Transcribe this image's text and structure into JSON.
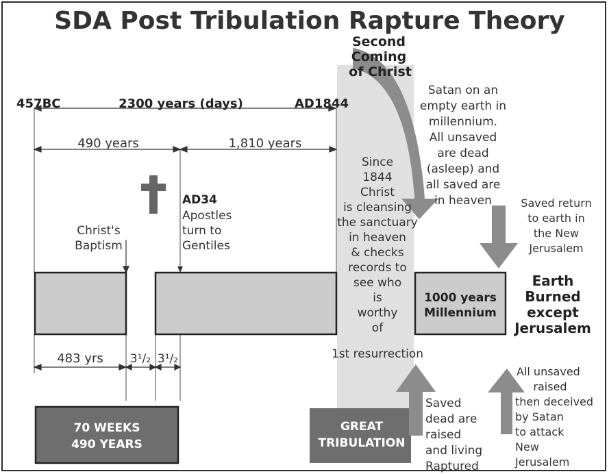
{
  "title": "SDA Post Tribulation Rapture Theory",
  "second_coming": [
    "Second",
    "Coming",
    "of Christ"
  ],
  "timeline_top": {
    "start": "457BC",
    "span": "2300 years (days)",
    "end": "AD1844"
  },
  "periods": {
    "first": "490 years",
    "second": "1,810 years"
  },
  "ad34": {
    "heading": "AD34",
    "lines": [
      "Apostles",
      "turn to",
      "Gentiles"
    ]
  },
  "baptism": [
    "Christ's",
    "Baptism"
  ],
  "sanctuary_text": [
    "Since",
    "1844",
    "Christ",
    "is cleansing",
    "the sanctuary",
    "in heaven",
    "& checks",
    "records to",
    "see who",
    "is",
    "worthy",
    "of",
    "1st resurrection"
  ],
  "satan_text": [
    "Satan on an",
    "empty earth in",
    "millennium.",
    "All unsaved",
    "are dead",
    "(asleep) and",
    "all saved are",
    "in heaven"
  ],
  "saved_return": [
    "Saved  return",
    "to earth in",
    "the New",
    "Jerusalem"
  ],
  "millennium_box": [
    "1000 years",
    "Millennium"
  ],
  "earth_burned": [
    "Earth",
    "Burned",
    "except",
    "Jerusalem"
  ],
  "bottom_measures": {
    "yrs483": "483 yrs",
    "half_a": "3¹/₂",
    "half_b": "3¹/₂"
  },
  "seventy_weeks": [
    "70 WEEKS",
    "490 YEARS"
  ],
  "great_tribulation": [
    "GREAT",
    "TRIBULATION"
  ],
  "saved_dead": [
    "Saved",
    "dead are",
    "raised",
    "and living",
    "Raptured"
  ],
  "unsaved_raised": [
    "All unsaved",
    "raised",
    "then deceived",
    "by Satan",
    "to attack",
    "New",
    "Jerusalem"
  ],
  "colors": {
    "box_fill": "#cccccc",
    "dark_box": "#6e6e6e",
    "arrow": "#8c8c8c",
    "tribulation_column": "#e0e0e0",
    "cross": "#666666"
  }
}
